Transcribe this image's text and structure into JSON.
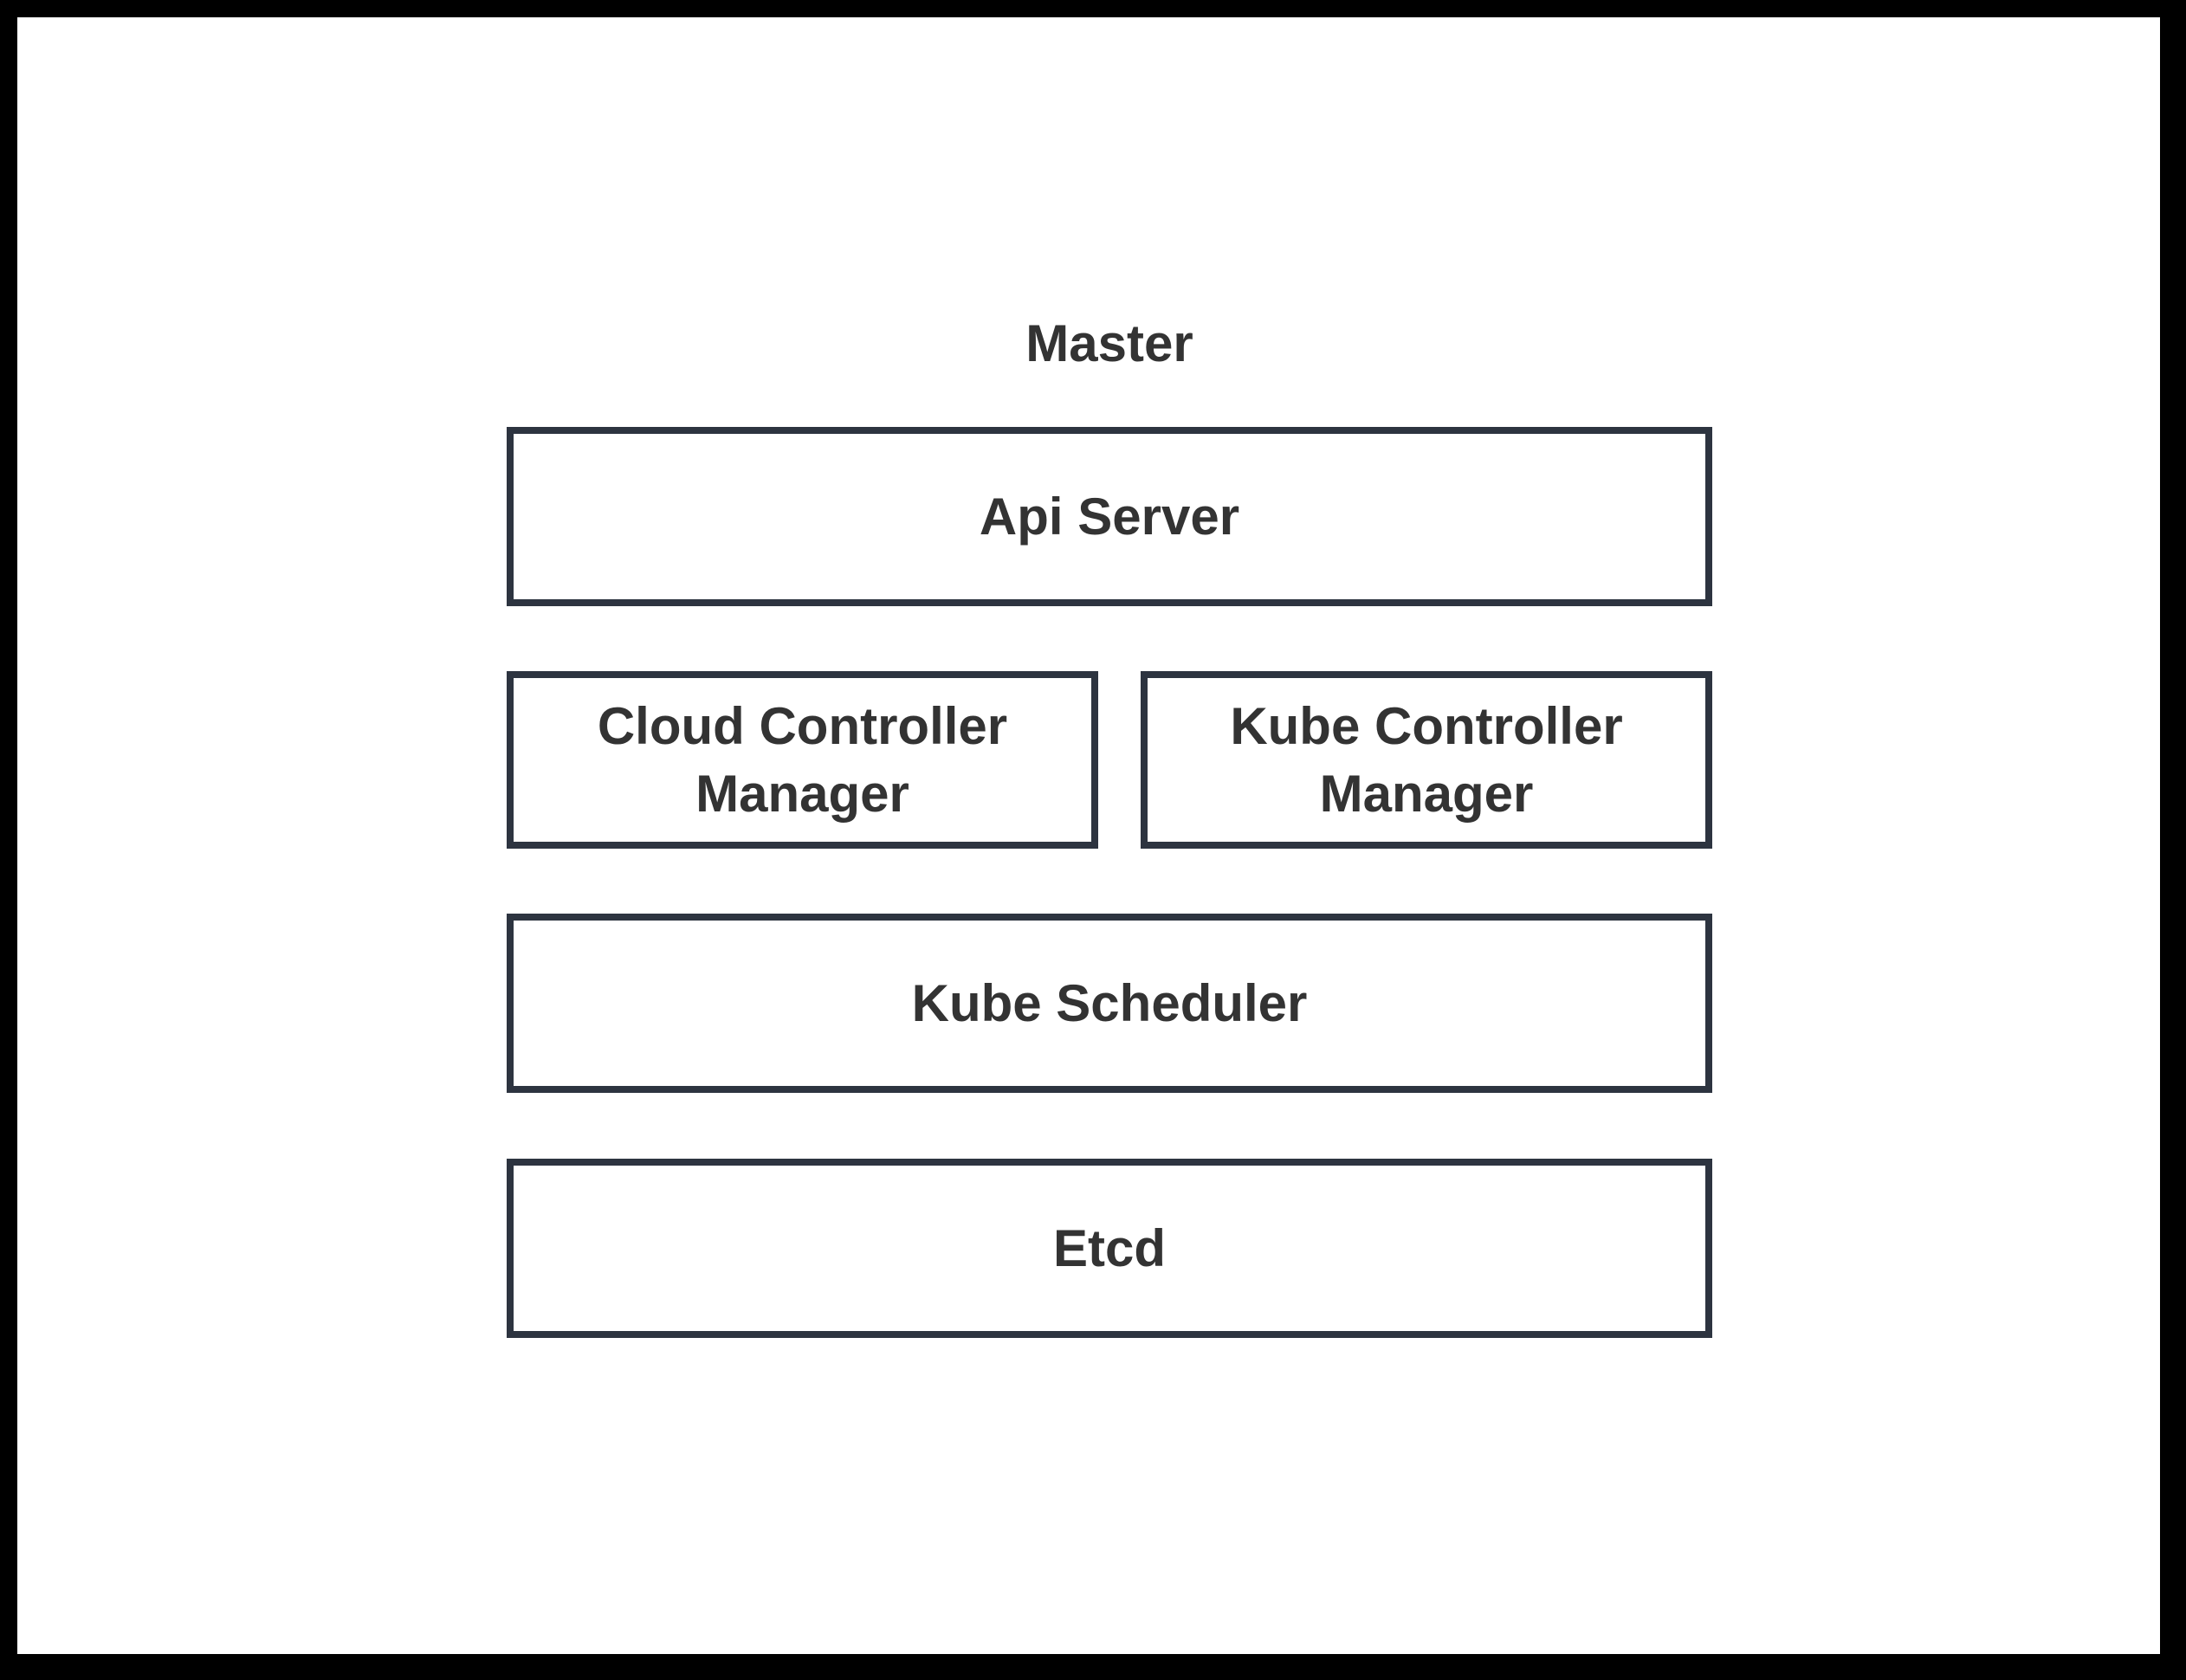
{
  "diagram": {
    "title": "Master",
    "boxes": [
      {
        "id": "api-server",
        "label": "Api Server"
      },
      {
        "id": "cloud-controller-manager",
        "label": "Cloud Controller Manager"
      },
      {
        "id": "kube-controller-manager",
        "label": "Kube Controller Manager"
      },
      {
        "id": "kube-scheduler",
        "label": "Kube Scheduler"
      },
      {
        "id": "etcd",
        "label": "Etcd"
      }
    ],
    "colors": {
      "frame": "#000000",
      "canvas": "#ffffff",
      "box_border": "#2d3440",
      "text": "#333333"
    }
  }
}
